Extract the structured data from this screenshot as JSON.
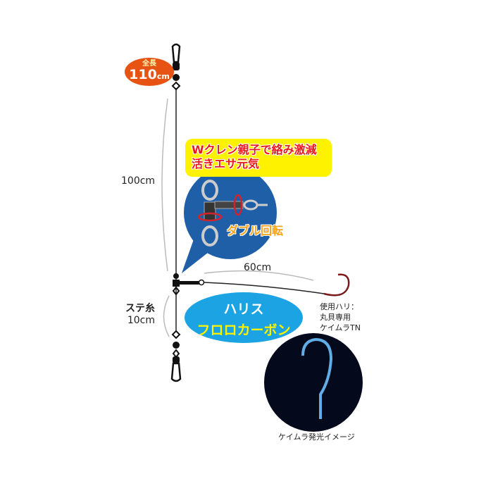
{
  "total_length": {
    "label": "全長",
    "value": "110",
    "unit": "cm"
  },
  "callout": {
    "line1": "Wクレン親子で絡み激減",
    "line2": "活きエサ元気",
    "rotation_label": "ダブル回転"
  },
  "dimensions": {
    "main_line": "100cm",
    "branch": "60cm",
    "stem_label": "ステ糸",
    "stem_length": "10cm"
  },
  "leader": {
    "line1": "ハリス",
    "line2": "フロロカーボン"
  },
  "hook_info": {
    "line1": "使用ハリ：",
    "line2": "丸貝専用",
    "line3": "ケイムラTN"
  },
  "glow_caption": "ケイムラ発光イメージ",
  "colors": {
    "badge": "#e65312",
    "callout_bg": "#fff200",
    "callout_text": "#e8191f",
    "bubble": "#1f5fa8",
    "leader_bg": "#1ba3e3",
    "hook": "#7a1a1a"
  }
}
